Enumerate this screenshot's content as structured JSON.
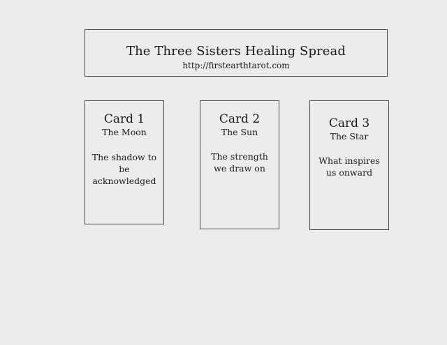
{
  "header": {
    "title": "The Three Sisters Healing Spread",
    "url": "http://firstearthtarot.com"
  },
  "cards": [
    {
      "number_label": "Card 1",
      "name": "The Moon",
      "meaning": "The shadow to be acknowledged"
    },
    {
      "number_label": "Card 2",
      "name": "The Sun",
      "meaning": "The strength we draw on"
    },
    {
      "number_label": "Card 3",
      "name": "The Star",
      "meaning": "What inspires us onward"
    }
  ]
}
